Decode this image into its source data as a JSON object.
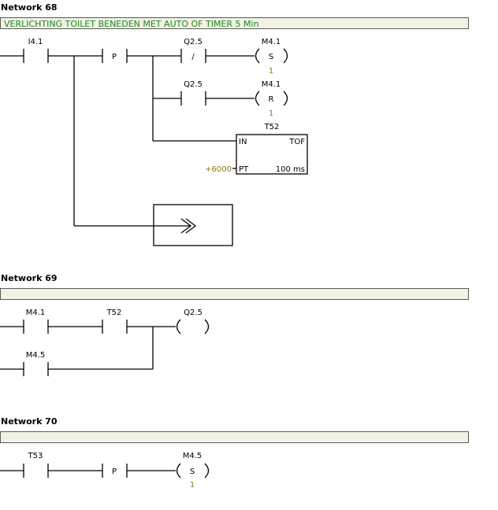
{
  "networks": [
    {
      "title": "Network 68",
      "comment": "VERLICHTING TOILET BENEDEN MET AUTO OF TIMER  5 Min",
      "elements": {
        "contact_i41": "I4.1",
        "contact_p": "P",
        "contact_q25_neg": "Q2.5",
        "neg_symbol": "/",
        "coil_set_addr": "M4.1",
        "coil_set_symbol": "S",
        "coil_set_count": "1",
        "contact_q25": "Q2.5",
        "coil_reset_addr": "M4.1",
        "coil_reset_symbol": "R",
        "coil_reset_count": "1",
        "timer_name": "T52",
        "timer_in": "IN",
        "timer_type": "TOF",
        "timer_preset_value": "+6000",
        "timer_pt": "PT",
        "timer_resolution": "100 ms"
      }
    },
    {
      "title": "Network 69",
      "comment": "",
      "elements": {
        "contact_m41": "M4.1",
        "contact_t52": "T52",
        "coil_q25": "Q2.5",
        "contact_m45": "M4.5"
      }
    },
    {
      "title": "Network 70",
      "comment": "",
      "elements": {
        "contact_t53": "T53",
        "contact_p": "P",
        "coil_set_addr": "M4.5",
        "coil_set_symbol": "S",
        "coil_set_count": "1"
      }
    }
  ],
  "colors": {
    "comment_text": "#1a8a1a",
    "comment_bg": "#f2f1e6",
    "preset_value": "#8a7a10",
    "count_value": "#8a7a10"
  }
}
